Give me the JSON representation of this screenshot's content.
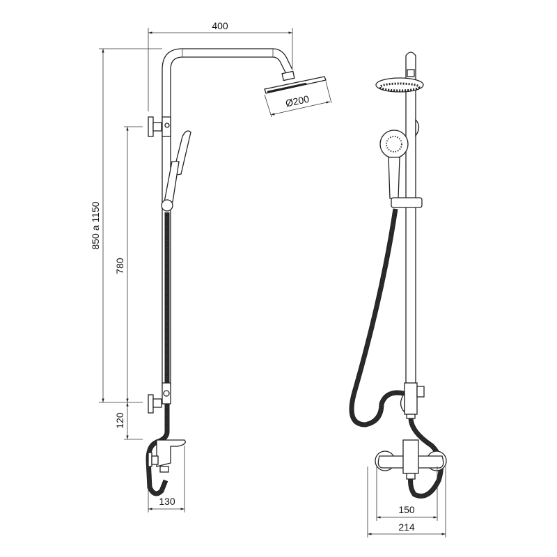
{
  "diagram": {
    "side_view": {
      "dimensions": {
        "arm_reach": "400",
        "head_diameter": "Ø200",
        "total_height": "850 a 1150",
        "bracket_spacing": "780",
        "mixer_offset": "120",
        "mixer_depth": "130"
      }
    },
    "front_view": {
      "dimensions": {
        "inlet_centers": "150",
        "mixer_width": "214"
      }
    },
    "colors": {
      "line": "#222222",
      "background": "#ffffff"
    }
  }
}
